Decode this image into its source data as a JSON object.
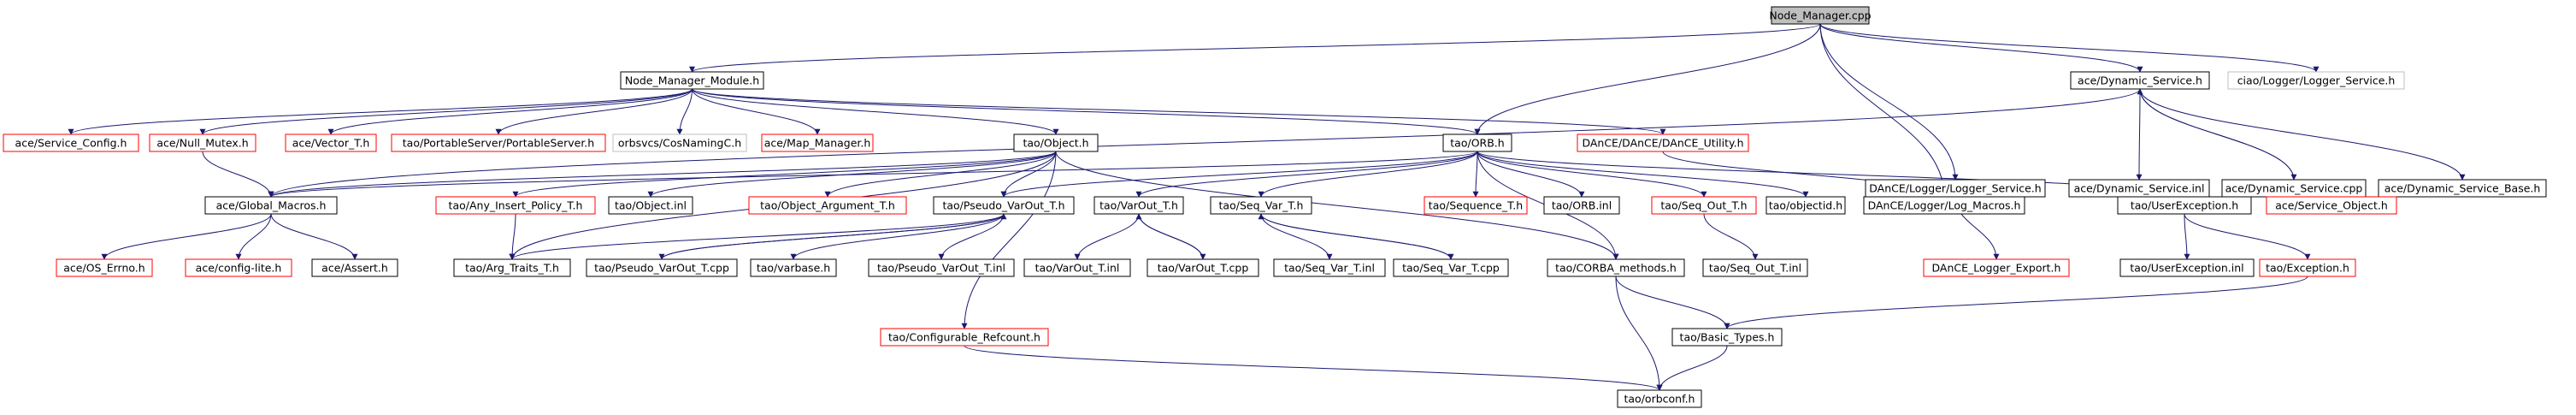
{
  "colors": {
    "edge": "#191970",
    "border_default": "#000000",
    "border_undocumented": "#ff0000",
    "border_external": "#bfbfbf",
    "root_fill": "#bfbfbf",
    "text": "#000000"
  },
  "nodes": [
    {
      "id": "n0",
      "label": "Node_Manager.cpp",
      "style": "root"
    },
    {
      "id": "n1",
      "label": "Node_Manager_Module.h",
      "style": "default"
    },
    {
      "id": "n2",
      "label": "ace/Dynamic_Service.h",
      "style": "default"
    },
    {
      "id": "n3",
      "label": "ciao/Logger/Logger_Service.h",
      "style": "external"
    },
    {
      "id": "n4",
      "label": "ace/Service_Config.h",
      "style": "undocumented"
    },
    {
      "id": "n5",
      "label": "ace/Null_Mutex.h",
      "style": "undocumented"
    },
    {
      "id": "n6",
      "label": "ace/Vector_T.h",
      "style": "undocumented"
    },
    {
      "id": "n7",
      "label": "tao/PortableServer/PortableServer.h",
      "style": "undocumented"
    },
    {
      "id": "n8",
      "label": "orbsvcs/CosNamingC.h",
      "style": "external"
    },
    {
      "id": "n9",
      "label": "ace/Map_Manager.h",
      "style": "undocumented"
    },
    {
      "id": "n10",
      "label": "tao/Object.h",
      "style": "default"
    },
    {
      "id": "n11",
      "label": "tao/ORB.h",
      "style": "default"
    },
    {
      "id": "n12",
      "label": "DAnCE/DAnCE/DAnCE_Utility.h",
      "style": "undocumented"
    },
    {
      "id": "n13",
      "label": "DAnCE/Logger/Logger_Service.h",
      "style": "default"
    },
    {
      "id": "n14",
      "label": "ace/Dynamic_Service.inl",
      "style": "default"
    },
    {
      "id": "n15",
      "label": "ace/Dynamic_Service.cpp",
      "style": "default"
    },
    {
      "id": "n16",
      "label": "ace/Dynamic_Service_Base.h",
      "style": "default"
    },
    {
      "id": "n17",
      "label": "ace/Global_Macros.h",
      "style": "default"
    },
    {
      "id": "n18",
      "label": "tao/Any_Insert_Policy_T.h",
      "style": "undocumented"
    },
    {
      "id": "n19",
      "label": "tao/Object.inl",
      "style": "default"
    },
    {
      "id": "n20",
      "label": "tao/Object_Argument_T.h",
      "style": "undocumented"
    },
    {
      "id": "n21",
      "label": "tao/Pseudo_VarOut_T.h",
      "style": "default"
    },
    {
      "id": "n22",
      "label": "tao/VarOut_T.h",
      "style": "default"
    },
    {
      "id": "n23",
      "label": "tao/Seq_Var_T.h",
      "style": "default"
    },
    {
      "id": "n24",
      "label": "tao/Sequence_T.h",
      "style": "undocumented"
    },
    {
      "id": "n25",
      "label": "tao/ORB.inl",
      "style": "default"
    },
    {
      "id": "n26",
      "label": "tao/Seq_Out_T.h",
      "style": "undocumented"
    },
    {
      "id": "n27",
      "label": "tao/objectid.h",
      "style": "default"
    },
    {
      "id": "n28",
      "label": "DAnCE/Logger/Log_Macros.h",
      "style": "default"
    },
    {
      "id": "n29",
      "label": "tao/UserException.h",
      "style": "default"
    },
    {
      "id": "n30",
      "label": "ace/Service_Object.h",
      "style": "undocumented"
    },
    {
      "id": "n31",
      "label": "ace/OS_Errno.h",
      "style": "undocumented"
    },
    {
      "id": "n32",
      "label": "ace/config-lite.h",
      "style": "undocumented"
    },
    {
      "id": "n33",
      "label": "ace/Assert.h",
      "style": "default"
    },
    {
      "id": "n34",
      "label": "tao/Arg_Traits_T.h",
      "style": "default"
    },
    {
      "id": "n35",
      "label": "tao/Pseudo_VarOut_T.cpp",
      "style": "default"
    },
    {
      "id": "n36",
      "label": "tao/varbase.h",
      "style": "default"
    },
    {
      "id": "n37",
      "label": "tao/Pseudo_VarOut_T.inl",
      "style": "default"
    },
    {
      "id": "n38",
      "label": "tao/VarOut_T.inl",
      "style": "default"
    },
    {
      "id": "n39",
      "label": "tao/VarOut_T.cpp",
      "style": "default"
    },
    {
      "id": "n40",
      "label": "tao/Seq_Var_T.inl",
      "style": "default"
    },
    {
      "id": "n41",
      "label": "tao/Seq_Var_T.cpp",
      "style": "default"
    },
    {
      "id": "n42",
      "label": "tao/CORBA_methods.h",
      "style": "default"
    },
    {
      "id": "n43",
      "label": "tao/Seq_Out_T.inl",
      "style": "default"
    },
    {
      "id": "n44",
      "label": "DAnCE_Logger_Export.h",
      "style": "undocumented"
    },
    {
      "id": "n45",
      "label": "tao/UserException.inl",
      "style": "default"
    },
    {
      "id": "n46",
      "label": "tao/Exception.h",
      "style": "undocumented"
    },
    {
      "id": "n47",
      "label": "tao/Configurable_Refcount.h",
      "style": "undocumented"
    },
    {
      "id": "n48",
      "label": "tao/Basic_Types.h",
      "style": "default"
    },
    {
      "id": "n49",
      "label": "tao/orbconf.h",
      "style": "default"
    }
  ],
  "edges": [
    {
      "from": "n0",
      "to": "n1"
    },
    {
      "from": "n0",
      "to": "n2"
    },
    {
      "from": "n0",
      "to": "n3"
    },
    {
      "from": "n0",
      "to": "n13"
    },
    {
      "from": "n0",
      "to": "n11"
    },
    {
      "from": "n0",
      "to": "n28"
    },
    {
      "from": "n1",
      "to": "n4"
    },
    {
      "from": "n1",
      "to": "n5"
    },
    {
      "from": "n1",
      "to": "n6"
    },
    {
      "from": "n1",
      "to": "n7"
    },
    {
      "from": "n1",
      "to": "n8"
    },
    {
      "from": "n1",
      "to": "n9"
    },
    {
      "from": "n1",
      "to": "n10"
    },
    {
      "from": "n1",
      "to": "n11"
    },
    {
      "from": "n1",
      "to": "n12"
    },
    {
      "from": "n2",
      "to": "n14"
    },
    {
      "from": "n2",
      "to": "n15"
    },
    {
      "from": "n2",
      "to": "n16"
    },
    {
      "from": "n2",
      "to": "n17"
    },
    {
      "from": "n15",
      "to": "n2"
    },
    {
      "from": "n15",
      "to": "n30"
    },
    {
      "from": "n13",
      "to": "n28"
    },
    {
      "from": "n13",
      "to": "n44"
    },
    {
      "from": "n12",
      "to": "n28"
    },
    {
      "from": "n5",
      "to": "n17"
    },
    {
      "from": "n10",
      "to": "n17"
    },
    {
      "from": "n10",
      "to": "n18"
    },
    {
      "from": "n10",
      "to": "n19"
    },
    {
      "from": "n10",
      "to": "n20"
    },
    {
      "from": "n10",
      "to": "n21"
    },
    {
      "from": "n10",
      "to": "n34"
    },
    {
      "from": "n10",
      "to": "n42"
    },
    {
      "from": "n10",
      "to": "n47"
    },
    {
      "from": "n11",
      "to": "n17"
    },
    {
      "from": "n11",
      "to": "n21"
    },
    {
      "from": "n11",
      "to": "n22"
    },
    {
      "from": "n11",
      "to": "n23"
    },
    {
      "from": "n11",
      "to": "n24"
    },
    {
      "from": "n11",
      "to": "n25"
    },
    {
      "from": "n11",
      "to": "n26"
    },
    {
      "from": "n11",
      "to": "n27"
    },
    {
      "from": "n11",
      "to": "n29"
    },
    {
      "from": "n11",
      "to": "n42"
    },
    {
      "from": "n17",
      "to": "n31"
    },
    {
      "from": "n17",
      "to": "n32"
    },
    {
      "from": "n17",
      "to": "n33"
    },
    {
      "from": "n18",
      "to": "n34"
    },
    {
      "from": "n21",
      "to": "n34"
    },
    {
      "from": "n21",
      "to": "n35"
    },
    {
      "from": "n21",
      "to": "n36"
    },
    {
      "from": "n21",
      "to": "n37"
    },
    {
      "from": "n35",
      "to": "n21"
    },
    {
      "from": "n22",
      "to": "n38"
    },
    {
      "from": "n22",
      "to": "n39"
    },
    {
      "from": "n39",
      "to": "n22"
    },
    {
      "from": "n23",
      "to": "n40"
    },
    {
      "from": "n23",
      "to": "n41"
    },
    {
      "from": "n41",
      "to": "n23"
    },
    {
      "from": "n26",
      "to": "n43"
    },
    {
      "from": "n29",
      "to": "n45"
    },
    {
      "from": "n29",
      "to": "n46"
    },
    {
      "from": "n46",
      "to": "n48"
    },
    {
      "from": "n42",
      "to": "n48"
    },
    {
      "from": "n42",
      "to": "n49"
    },
    {
      "from": "n48",
      "to": "n49"
    },
    {
      "from": "n47",
      "to": "n49"
    }
  ]
}
